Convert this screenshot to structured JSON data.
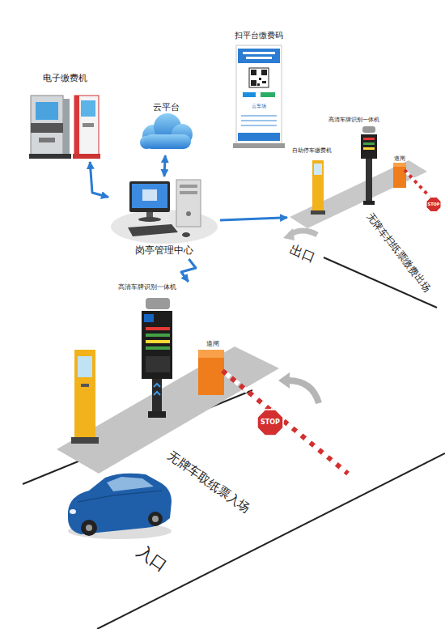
{
  "diagram": {
    "nodes": [
      {
        "text": [
          "电子缴费机"
        ]
      },
      {
        "text": [
          "云平台"
        ]
      },
      {
        "text": [
          "扫平台缴费码",
          "云车场"
        ]
      },
      {
        "text": [
          "岗亭管理中心"
        ]
      },
      {
        "text": [
          "高清车牌识别一体机",
          "自助停车缴费机",
          "道闸"
        ]
      },
      {
        "text": [
          "高清车牌识别一体机",
          "道闸"
        ]
      }
    ],
    "edges": [
      {
        "from": 0,
        "to": 3,
        "arrow": "both"
      },
      {
        "from": 1,
        "to": 3,
        "arrow": "both"
      },
      {
        "from": 3,
        "to": 4,
        "arrow": "to"
      },
      {
        "from": 3,
        "to": 5,
        "arrow": "to"
      }
    ],
    "labels": [
      "STOP",
      "出口",
      "无牌车扫纸票缴费出场",
      "STOP",
      "无牌车取纸票入场",
      "入口"
    ]
  }
}
